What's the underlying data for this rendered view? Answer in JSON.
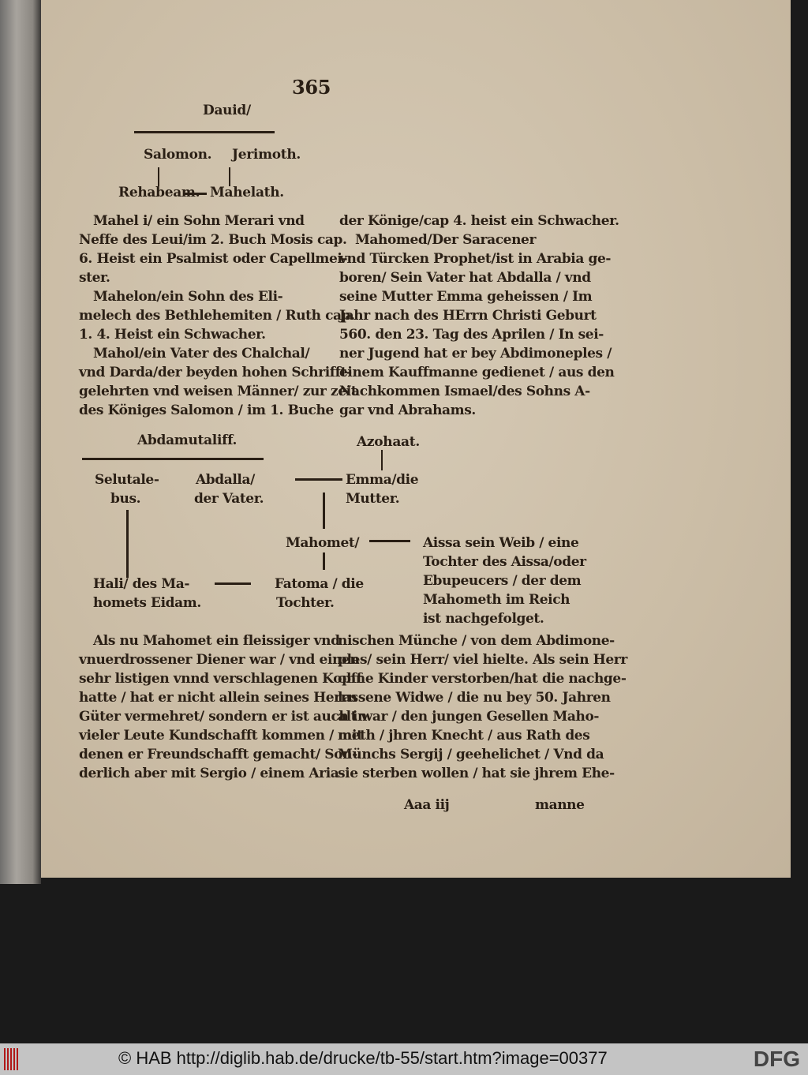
{
  "page_number": "365",
  "genealogy_top": {
    "root": "Dauid/",
    "children": [
      "Salomon.",
      "Jerimoth."
    ],
    "grandchildren": [
      "Rehabeam.",
      "Mahelath."
    ]
  },
  "left_column": [
    "Mahel i/ ein Sohn Merari vnd",
    "Neffe des Leui/im 2. Buch Mosis cap.",
    "6. Heist ein Psalmist oder Capellmei-",
    "ster.",
    "Mahelon/ein Sohn des Eli-",
    "melech des Bethlehemiten / Ruth cap.",
    "1. 4. Heist ein Schwacher.",
    "Mahol/ein Vater des Chalchal/",
    "vnd Darda/der beyden hohen Schrifft-",
    "gelehrten vnd weisen Männer/ zur zeit",
    "des Königes Salomon / im 1. Buche"
  ],
  "right_column": [
    "der Könige/cap 4. heist ein Schwacher.",
    "Mahomed/Der Saracener",
    "vnd Türcken Prophet/ist in Arabia ge-",
    "boren/ Sein Vater hat Abdalla / vnd",
    "seine Mutter Emma geheissen / Im",
    "Jahr nach des HErrn Christi Geburt",
    "560. den 23. Tag des Aprilen / In sei-",
    "ner Jugend hat er bey Abdimoneples /",
    "einem Kauffmanne gedienet / aus den",
    "Nachkommen Ismael/des Sohns A-",
    "gar vnd Abrahams."
  ],
  "genealogy_mid": {
    "abdamutaliff": "Abdamutaliff.",
    "azohaat": "Azohaat.",
    "selutalebus": [
      "Selutale-",
      "bus."
    ],
    "abdalla": [
      "Abdalla/",
      "der Vater."
    ],
    "emma": [
      "Emma/die",
      "Mutter."
    ],
    "mahomet": "Mahomet/",
    "aissa": [
      "Aissa sein Weib / eine",
      "Tochter des Aissa/oder",
      "Ebupeucers / der dem",
      "Mahometh im Reich",
      "ist nachgefolget."
    ],
    "hali": [
      "Hali/ des Ma-",
      "homets Eidam."
    ],
    "fatoma": [
      "Fatoma / die",
      "Tochter."
    ]
  },
  "bottom_left": [
    "Als nu Mahomet ein fleissiger vnd",
    "vnuerdrossener Diener war / vnd einen",
    "sehr listigen vnnd verschlagenen Kopff",
    "hatte / hat er nicht allein seines Herrn",
    "Güter vermehret/ sondern er ist auch in",
    "vieler Leute Kundschafft kommen / mit",
    "denen er Freundschafft gemacht/ Son-",
    "derlich aber mit Sergio / einem Aria-"
  ],
  "bottom_right": [
    "nischen Münche / von dem Abdimone-",
    "ples/ sein Herr/ viel hielte. Als sein Herr",
    "ohne Kinder verstorben/hat die nachge-",
    "lassene Widwe / die nu bey 50. Jahren",
    "alt war / den jungen Gesellen Maho-",
    "meth / jhren Knecht / aus Rath des",
    "Münchs Sergij / geehelichet / Vnd da",
    "sie sterben wollen / hat sie jhrem Ehe-"
  ],
  "signature": "Aaa iij",
  "catchword": "manne",
  "footer": {
    "credit": "© HAB http://diglib.hab.de/drucke/tb-55/start.htm?image=00377",
    "dfg_logo": "DFG"
  }
}
